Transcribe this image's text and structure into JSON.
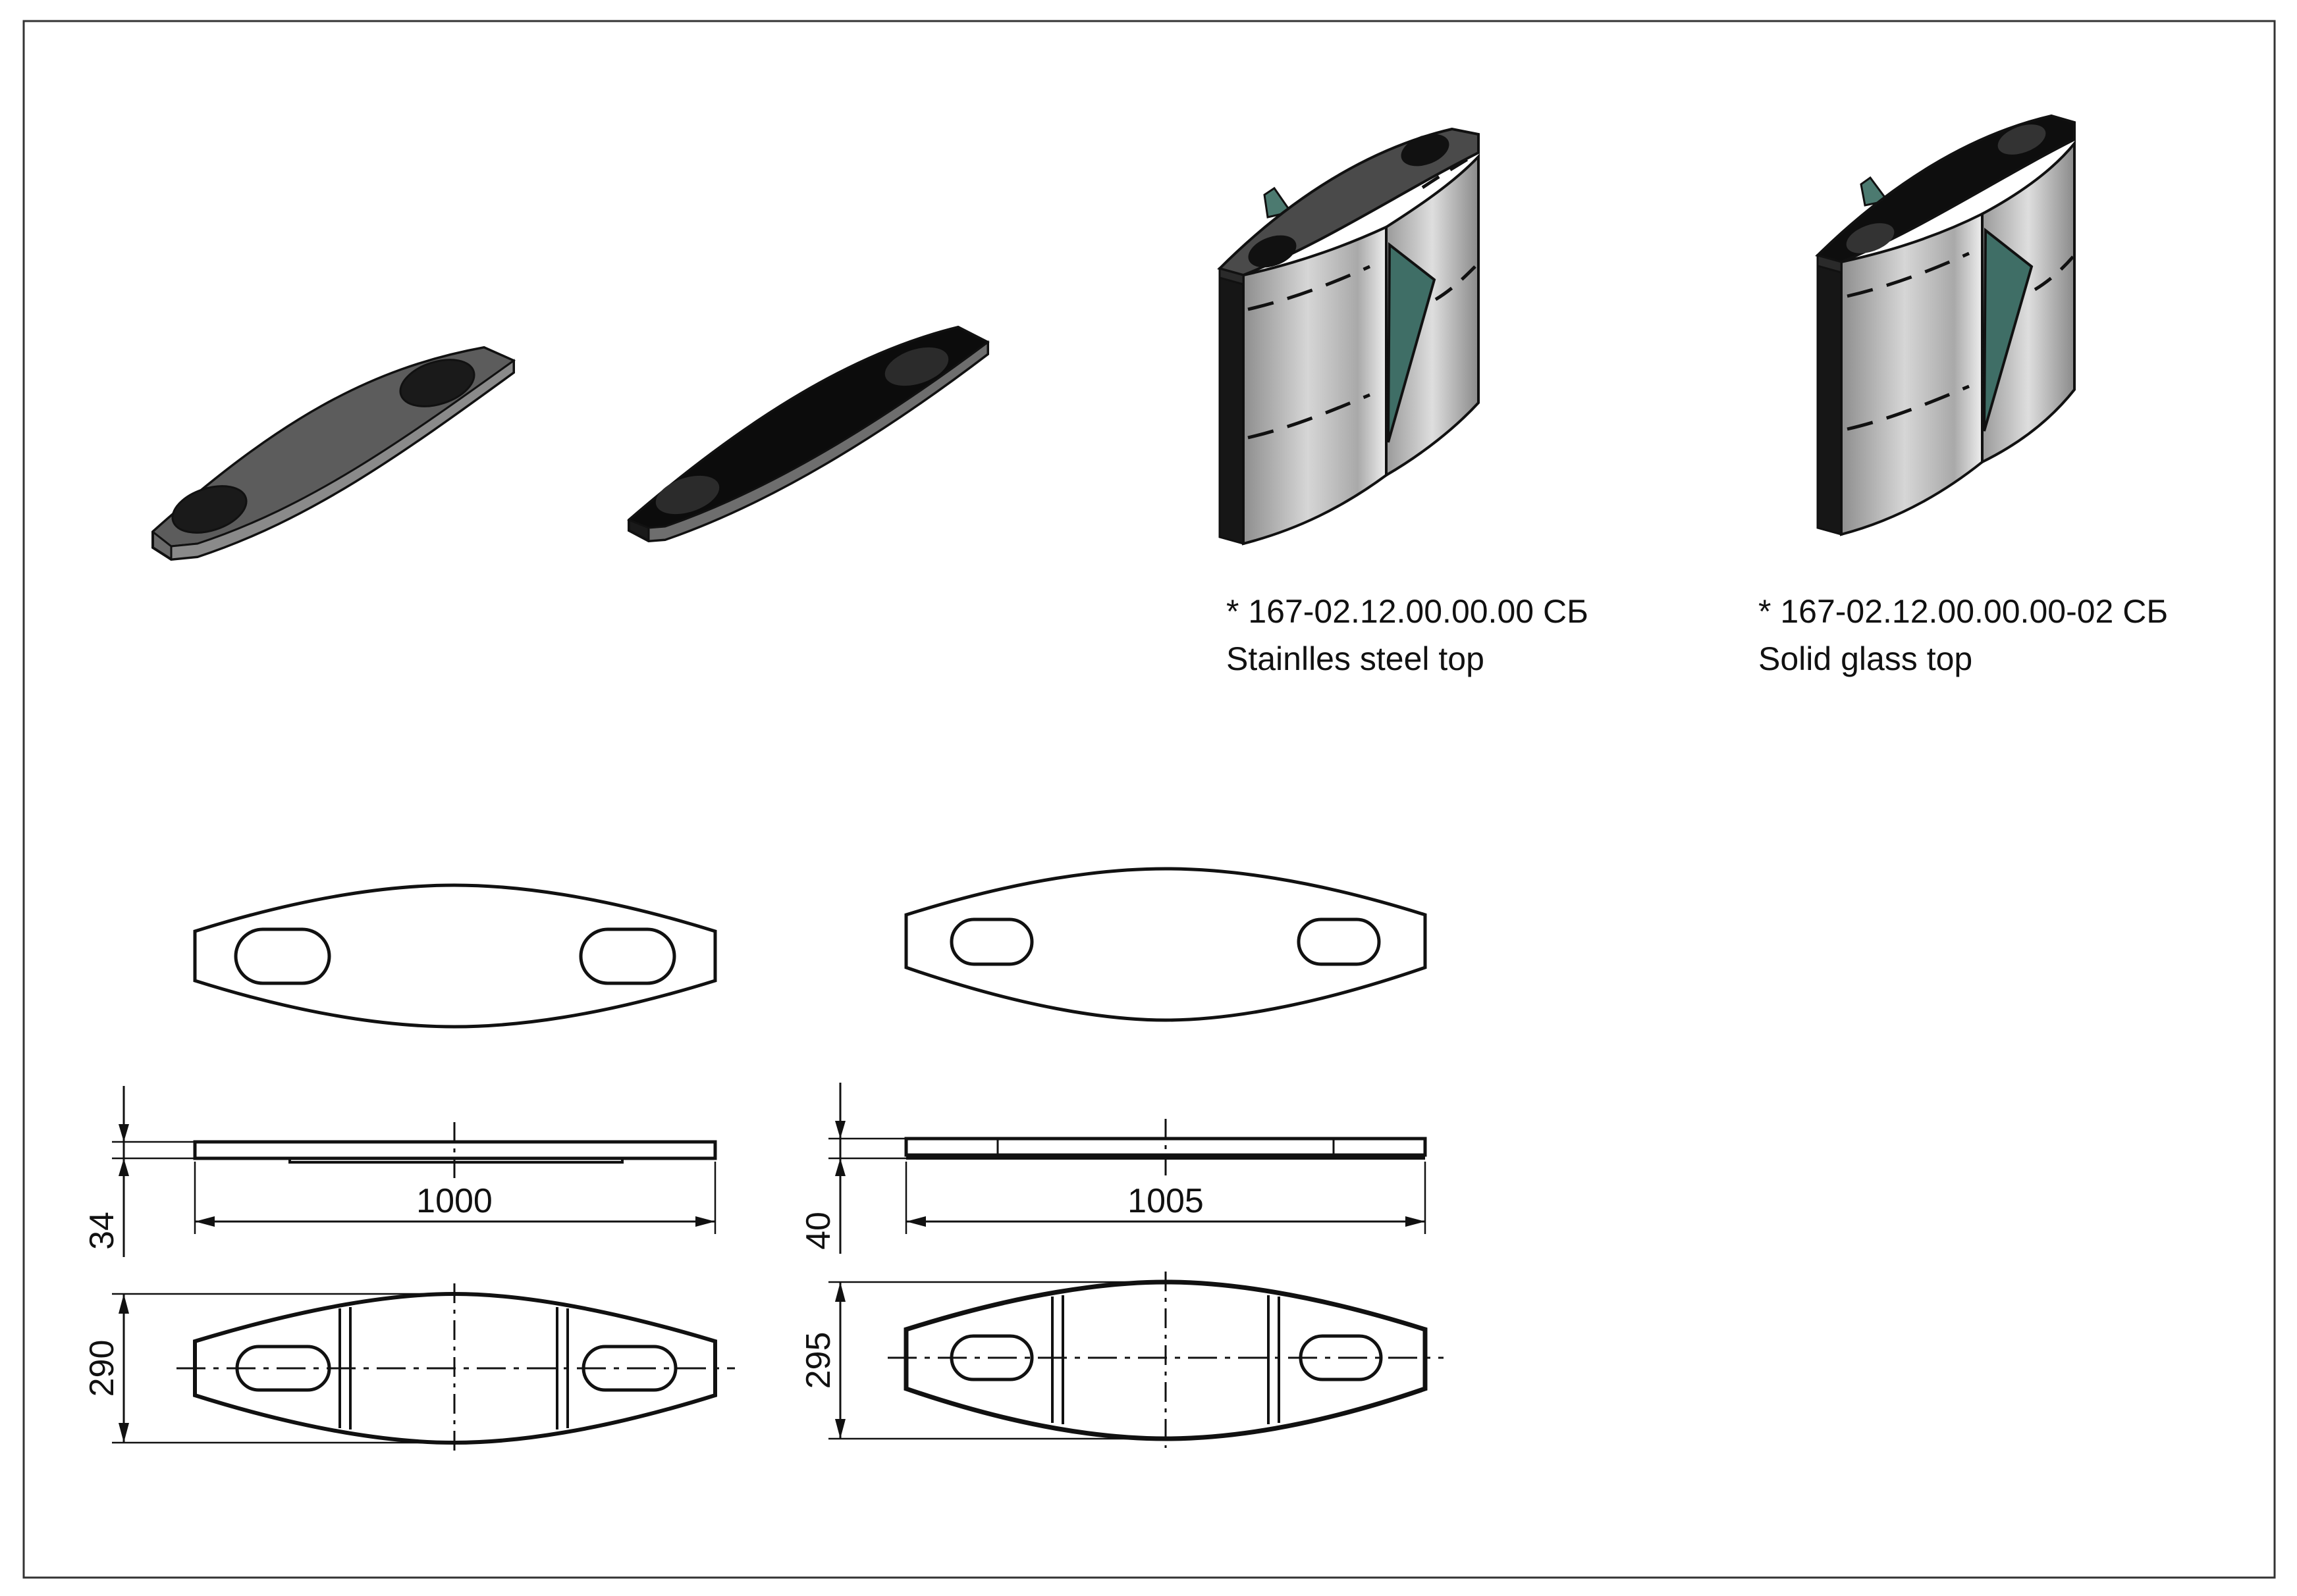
{
  "captions": [
    {
      "code": "* 167-02.12.00.00.00 СБ",
      "description": "Stainlles steel top"
    },
    {
      "code": "* 167-02.12.00.00.00-02 СБ",
      "description": "Solid glass top"
    }
  ],
  "dimensions": {
    "left": {
      "length": "1000",
      "thickness": "34",
      "width": "290"
    },
    "right": {
      "length": "1005",
      "thickness": "40",
      "width": "295"
    }
  },
  "colors": {
    "steel_top": "#5c5c5c",
    "glass_top": "#0c0c0c",
    "panel": "#b5b5b5",
    "glass_wing": "#3f6e66",
    "line": "#111111"
  }
}
